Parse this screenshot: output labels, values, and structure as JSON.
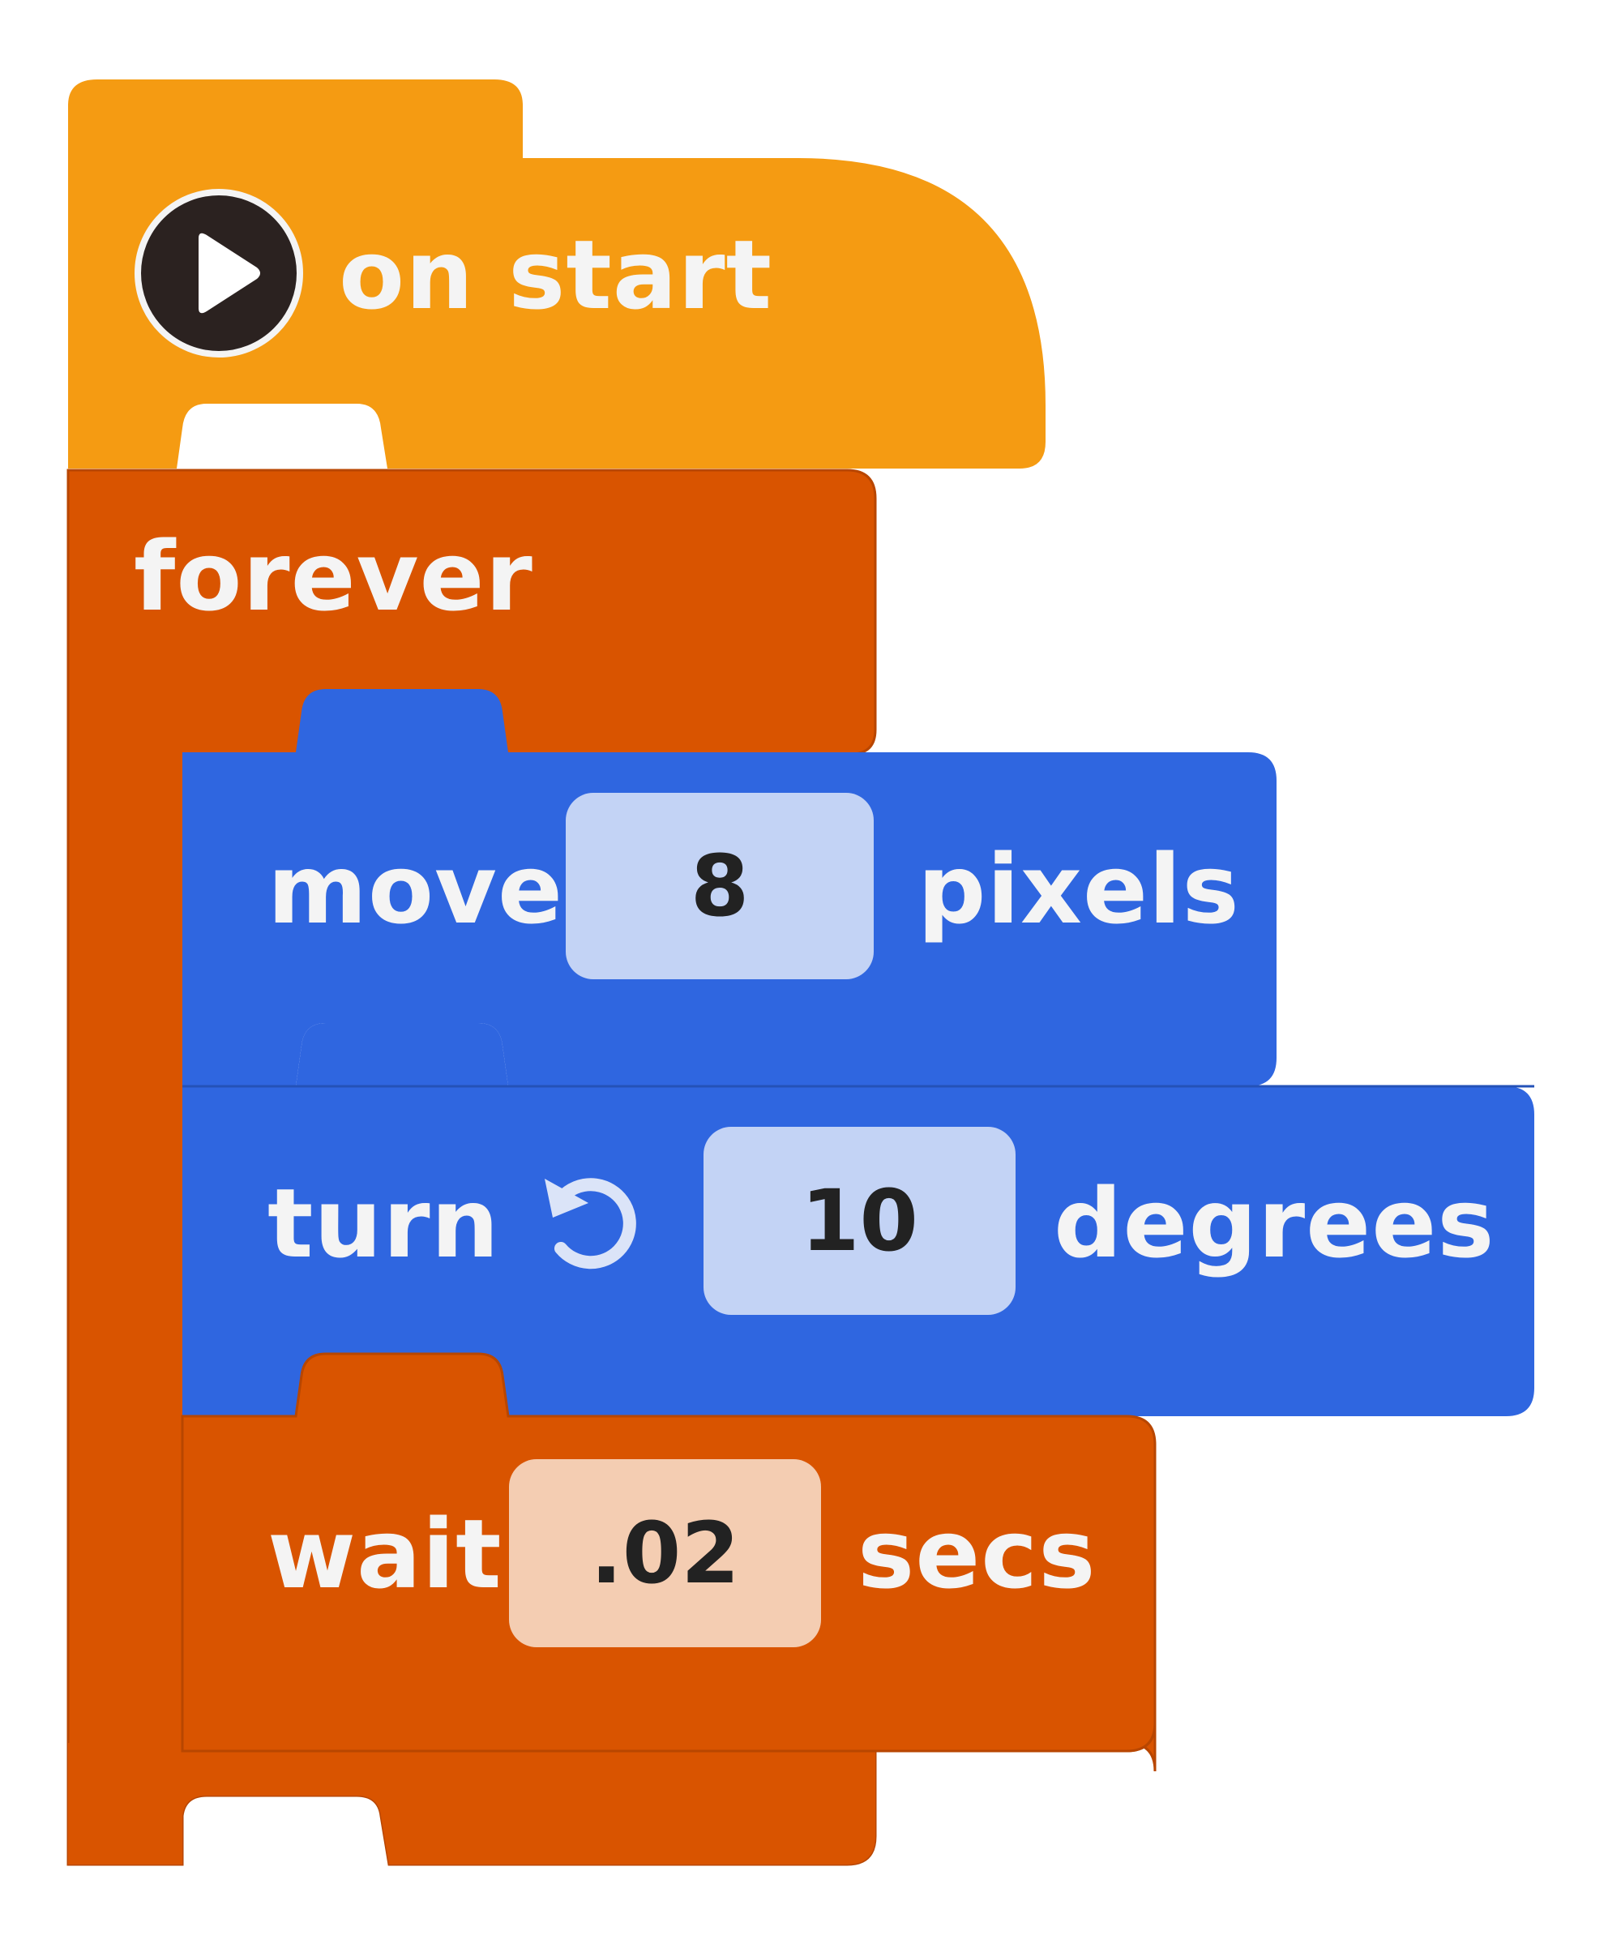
{
  "colors": {
    "event_block": "#f59b12",
    "control_block": "#d95400",
    "motion_block": "#2f66e0",
    "number_field_blue": "#c3d3f5",
    "number_field_peach": "#f4cdb2",
    "label_text": "#f4f4f4"
  },
  "blocks": {
    "on_start": {
      "label": "on start",
      "icon": "play-icon"
    },
    "forever": {
      "label": "forever"
    },
    "move": {
      "label": "move",
      "value": "8",
      "unit": "pixels"
    },
    "turn": {
      "label": "turn",
      "icon": "rotate-left-icon",
      "value": "10",
      "unit": "degrees"
    },
    "wait": {
      "label": "wait",
      "value": ".02",
      "unit": "secs"
    }
  }
}
